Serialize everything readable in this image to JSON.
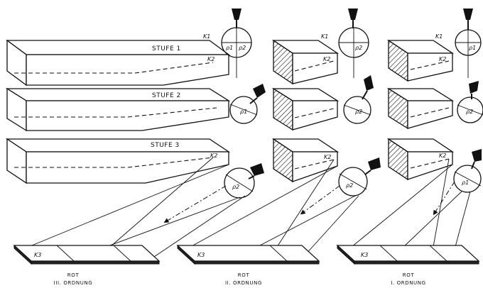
{
  "stage_labels": [
    "STUFE 1",
    "STUFE 2",
    "STUFE 3"
  ],
  "k_labels": {
    "k1": "K1",
    "k2": "K2",
    "k3": "K3"
  },
  "plates": [
    {
      "name": "ROT",
      "order": "III. ORDNUNG"
    },
    {
      "name": "ROT",
      "order": "II. ORDNUNG"
    },
    {
      "name": "ROT",
      "order": "I. ORDNUNG"
    }
  ],
  "circle_labels": {
    "p1": "ρ1",
    "p2": "ρ2"
  },
  "icons": [
    "lamp-icon",
    "arrow-icon"
  ]
}
